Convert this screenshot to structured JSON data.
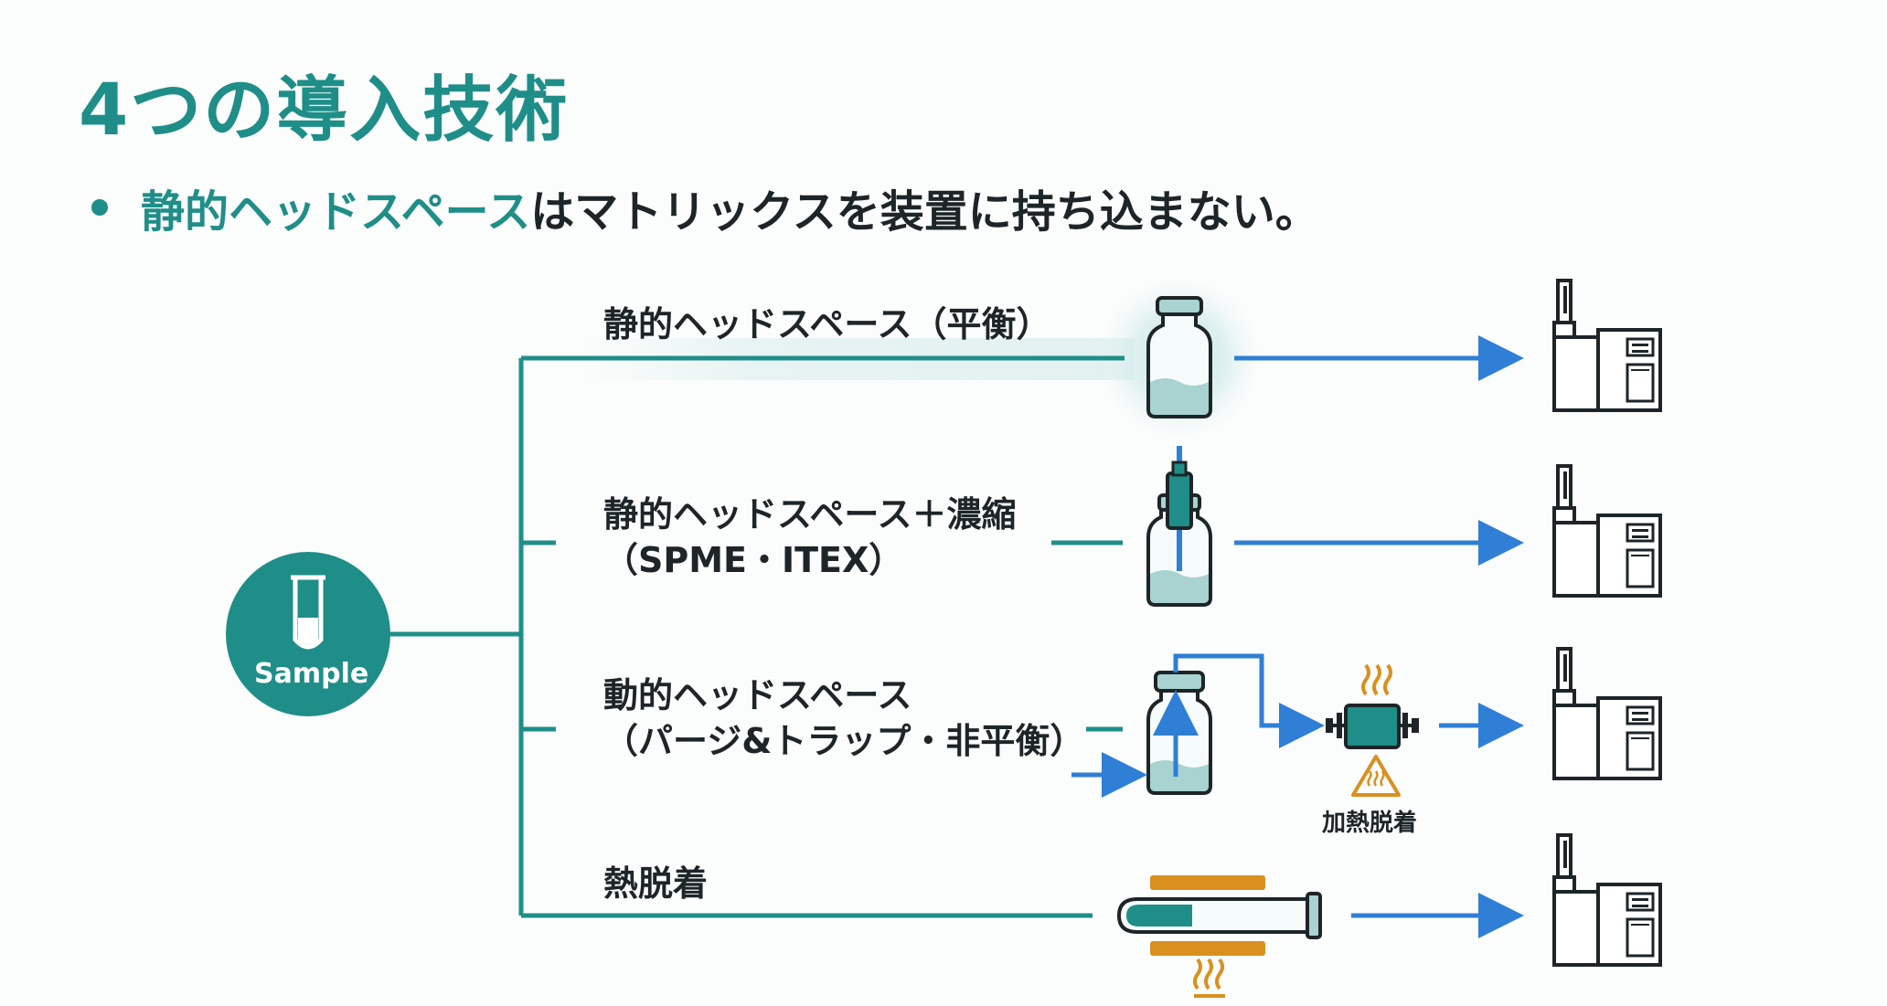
{
  "title": "4つの導入技術",
  "bullet": {
    "highlight": "静的ヘッドスペース",
    "rest": "はマトリックスを装置に持ち込まない。"
  },
  "sample": {
    "label": "Sample"
  },
  "branches": [
    {
      "line1": "静的ヘッドスペース（平衡）",
      "line2": ""
    },
    {
      "line1": "静的ヘッドスペース＋濃縮",
      "line2": "（SPME・ITEX）"
    },
    {
      "line1": "動的ヘッドスペース",
      "line2": "（パージ&トラップ・非平衡）"
    },
    {
      "line1": "熱脱着",
      "line2": ""
    }
  ],
  "trap": {
    "label": "加熱脱着"
  },
  "colors": {
    "teal": "#1f8e88",
    "blue": "#2f7fd6",
    "orange": "#d9901f",
    "dark": "#1d2528"
  },
  "icons": [
    "vial-icon",
    "spme-vial-icon",
    "purge-vial-icon",
    "heated-trap-icon",
    "thermal-tube-icon",
    "gc-instrument-icon",
    "test-tube-icon",
    "heat-warning-icon"
  ]
}
